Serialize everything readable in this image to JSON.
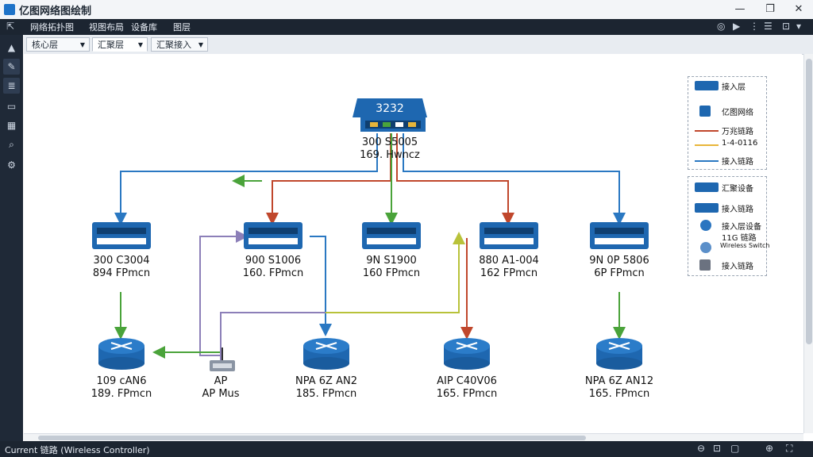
{
  "window": {
    "title": "亿图网络图绘制",
    "minimize": "—",
    "maximize": "❐",
    "close": "✕"
  },
  "menubar": {
    "items": [
      "网络拓扑图",
      "视图布局",
      "设备库",
      "图层"
    ]
  },
  "tabs": [
    {
      "label": "核心层"
    },
    {
      "label": "汇聚层"
    },
    {
      "label": "汇聚接入"
    }
  ],
  "sidebar": {
    "icons": [
      "pointer-icon",
      "pen-icon",
      "layers-icon",
      "chat-icon",
      "grid-icon",
      "search-icon",
      "settings-icon"
    ]
  },
  "nodes": {
    "core": {
      "badge": "3232",
      "line1": "300 S5005",
      "line2": "169. Hwncz"
    },
    "dist1": {
      "line1": "300 C3004",
      "line2": "894 FPmcn"
    },
    "dist2": {
      "line1": "900 S1006",
      "line2": "160. FPmcn"
    },
    "dist3": {
      "line1": "9N S1900",
      "line2": "160 FPmcn"
    },
    "dist4": {
      "line1": "880 A1-004",
      "line2": "162 FPmcn"
    },
    "dist5": {
      "line1": "9N 0P 5806",
      "line2": "6P FPmcn"
    },
    "r1": {
      "line1": "109 cAN6",
      "line2": "189. FPmcn"
    },
    "ap": {
      "line1": "AP",
      "line2": "AP Mus"
    },
    "r2": {
      "line1": "NPA 6Z AN2",
      "line2": "185. FPmcn"
    },
    "r3": {
      "line1": "AIP C40V06",
      "line2": "165. FPmcn"
    },
    "r4": {
      "line1": "NPA 6Z AN12",
      "line2": "165. FPmcn"
    }
  },
  "legend1": {
    "items": [
      {
        "label": "接入层"
      },
      {
        "label": "亿图网络"
      },
      {
        "label": "万兆链路"
      },
      {
        "label": "1-4-0116"
      },
      {
        "label": "接入链路"
      }
    ]
  },
  "legend2": {
    "items": [
      {
        "label": "汇聚设备"
      },
      {
        "label": "接入链路"
      },
      {
        "label": "接入层设备"
      },
      {
        "label": "11G 链路"
      },
      {
        "label": "Wireless Switch"
      },
      {
        "label": "接入链路"
      }
    ]
  },
  "status": {
    "text": "Current 链路 (Wireless Controller)"
  },
  "colors": {
    "device_blue": "#1e67b0",
    "link_red": "#c0472c",
    "link_green": "#4aa33a",
    "link_blue": "#2a78c2",
    "link_purple": "#8c7fb8",
    "link_yellow": "#b8c23a"
  }
}
